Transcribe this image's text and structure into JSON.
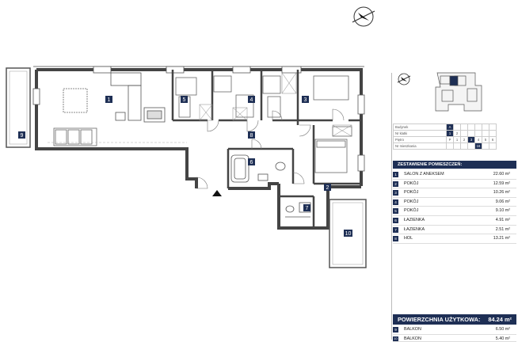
{
  "rooms_on_plan": [
    "1",
    "2",
    "3",
    "4",
    "5",
    "6",
    "7",
    "8",
    "9",
    "10"
  ],
  "info_table": [
    {
      "label": "Budynek",
      "cells": [
        "A"
      ],
      "active": [
        0
      ]
    },
    {
      "label": "Nr klatki",
      "cells": [
        "1",
        "2"
      ],
      "active": [
        0
      ]
    },
    {
      "label": "Piętro",
      "cells": [
        "P",
        "1",
        "2",
        "3",
        "4",
        "5",
        "6"
      ],
      "active": [
        3
      ]
    },
    {
      "label": "Nr mieszkania",
      "cells": [
        "",
        "",
        "",
        "",
        "16"
      ],
      "active": [
        4
      ]
    }
  ],
  "summary": {
    "title": "ZESTAWIENIE POMIESZCZEŃ:",
    "rooms": [
      {
        "no": "1",
        "name": "SALON Z ANEKSEM",
        "area": "22.60 m²"
      },
      {
        "no": "2",
        "name": "POKÓJ",
        "area": "12.59 m²"
      },
      {
        "no": "3",
        "name": "POKÓJ",
        "area": "10.26 m²"
      },
      {
        "no": "4",
        "name": "POKÓJ",
        "area": "9.06 m²"
      },
      {
        "no": "5",
        "name": "POKÓJ",
        "area": "9.10 m²"
      },
      {
        "no": "6",
        "name": "ŁAZIENKA",
        "area": "4.91 m²"
      },
      {
        "no": "7",
        "name": "ŁAZIENKA",
        "area": "2.51 m²"
      },
      {
        "no": "8",
        "name": "HOL",
        "area": "13.21 m²"
      }
    ],
    "usable_label": "POWIERZCHNIA UŻYTKOWA:",
    "usable_value": "84.24 m²",
    "extras": [
      {
        "no": "9",
        "name": "BALKON",
        "area": "6.50 m²"
      },
      {
        "no": "10",
        "name": "BALKON",
        "area": "5.40 m²"
      }
    ]
  },
  "colors": {
    "accent": "#1e2f55",
    "wall": "#444444"
  }
}
